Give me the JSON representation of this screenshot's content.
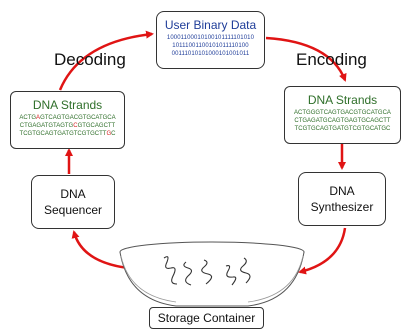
{
  "binary_box": {
    "title": "User Binary Data",
    "lines": [
      "10001100010100101111101010",
      "10111001100101011110100",
      "00111010101000101001011"
    ]
  },
  "labels": {
    "encoding": "Encoding",
    "decoding": "Decoding"
  },
  "strands_right": {
    "title": "DNA Strands",
    "lines": [
      "ACTGGGTCAGTGACGTGCATGCA",
      "CTGAGATGCAGTGAGTGCAGCTT",
      "TCGTGCAGTGATGTCGTGCATGC"
    ]
  },
  "strands_left": {
    "title": "DNA Strands",
    "line1": {
      "a": "ACTG",
      "b": "A",
      "c": "GTCAGTGACGTGCATGCA"
    },
    "line2": {
      "a": "CTGAGATGTAGTG",
      "b": "C",
      "c": "GTGCAGCTT"
    },
    "line3": {
      "a": "TCGTGCAGTGATGTCGTGCTT",
      "b": "G",
      "c": "C"
    }
  },
  "synthesizer": {
    "line1": "DNA",
    "line2": "Synthesizer"
  },
  "sequencer": {
    "line1": "DNA",
    "line2": "Sequencer"
  },
  "storage": {
    "label": "Storage Container"
  },
  "colors": {
    "arrow": "#e01414",
    "binary_text": "#1f3d99",
    "dna_text": "#2f6f2a",
    "box_border": "#333333"
  }
}
